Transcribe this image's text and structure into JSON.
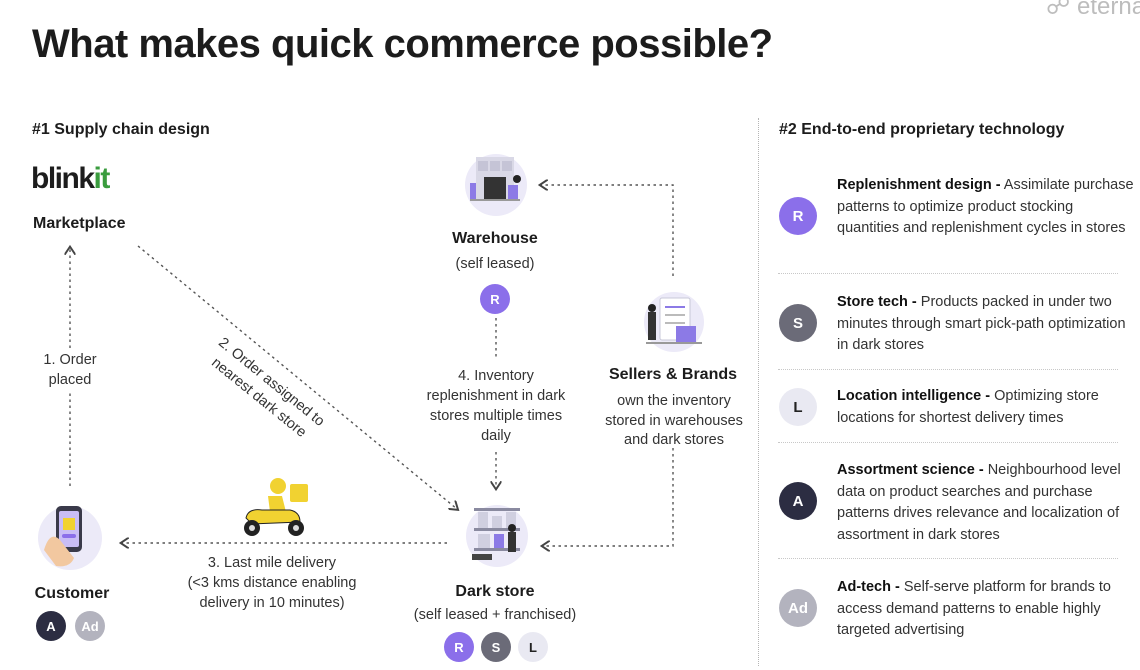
{
  "title": "What makes quick commerce possible?",
  "brand": "eternal",
  "section1": {
    "title": "#1 Supply chain design"
  },
  "section2": {
    "title": "#2 End-to-end proprietary technology"
  },
  "blinkit": {
    "logo_main": "blink",
    "logo_it": "it",
    "label": "Marketplace"
  },
  "warehouse": {
    "label": "Warehouse",
    "sub": "(self leased)",
    "badges": [
      "R"
    ]
  },
  "sellers": {
    "label": "Sellers & Brands",
    "lines": [
      "own the inventory",
      "stored in warehouses",
      "and dark stores"
    ]
  },
  "darkstore": {
    "label": "Dark store",
    "sub": "(self leased + franchised)",
    "badges": [
      "R",
      "S",
      "L"
    ]
  },
  "customer": {
    "label": "Customer",
    "badges": [
      "A",
      "Ad"
    ]
  },
  "flows": {
    "order_placed": [
      "1. Order",
      "placed"
    ],
    "order_assigned": [
      "2. Order assigned to",
      "nearest dark store"
    ],
    "last_mile": [
      "3. Last mile delivery",
      "(<3 kms distance enabling",
      "delivery in 10 minutes)"
    ],
    "replenishment": [
      "4. Inventory",
      "replenishment in dark",
      "stores multiple times",
      "daily"
    ]
  },
  "tech_items": [
    {
      "badge": "R",
      "title": "Replenishment design -",
      "text": " Assimilate purchase patterns to optimize product stocking quantities and replenishment cycles in stores"
    },
    {
      "badge": "S",
      "title": "Store tech -",
      "text": " Products packed in under two minutes through smart pick-path optimization in dark stores"
    },
    {
      "badge": "L",
      "title": "Location intelligence -",
      "text": " Optimizing store locations for shortest delivery times"
    },
    {
      "badge": "A",
      "title": "Assortment science -",
      "text": " Neighbourhood level data on product searches and purchase patterns drives relevance and localization of assortment in dark stores"
    },
    {
      "badge": "Ad",
      "title": "Ad-tech -",
      "text": " Self-serve platform for brands to access demand patterns to enable highly targeted advertising"
    }
  ],
  "colors": {
    "R": "#8b6fea",
    "S": "#6b6b78",
    "L": "#e9e9f2",
    "A": "#2c2d42",
    "Ad": "#b3b3be",
    "blinkit_green": "#3a9c3e"
  }
}
